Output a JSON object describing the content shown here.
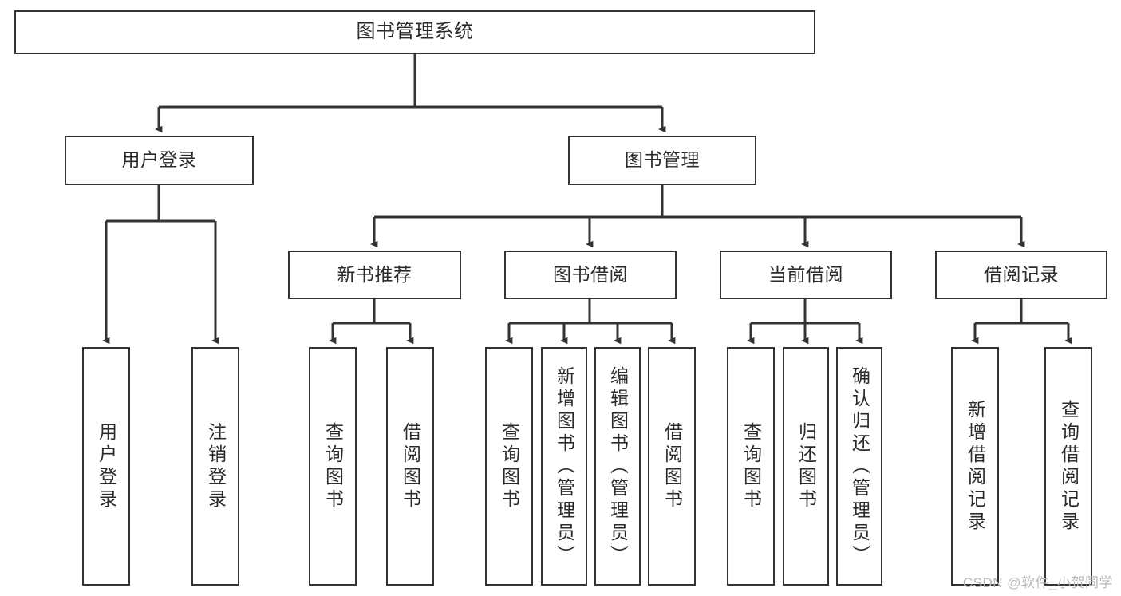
{
  "diagram": {
    "title": "图书管理系统",
    "watermark": "CSDN @软件_小贺同学",
    "colors": {
      "node_border": "#333333",
      "node_fill": "#ffffff",
      "edge": "#333333",
      "text": "#2b2b2b",
      "watermark": "#b9b9b9",
      "background": "#ffffff"
    },
    "nodes": {
      "root": {
        "label": "图书管理系统"
      },
      "level2": [
        {
          "id": "user-login",
          "label": "用户登录"
        },
        {
          "id": "book-manage",
          "label": "图书管理"
        }
      ],
      "level3": [
        {
          "id": "new-book-recommend",
          "label": "新书推荐"
        },
        {
          "id": "book-borrow",
          "label": "图书借阅"
        },
        {
          "id": "current-borrow",
          "label": "当前借阅"
        },
        {
          "id": "borrow-record",
          "label": "借阅记录"
        }
      ],
      "leaves": [
        {
          "id": "leaf-user-login",
          "label": "用户登录",
          "parent": "user-login"
        },
        {
          "id": "leaf-logout",
          "label": "注销登录",
          "parent": "user-login"
        },
        {
          "id": "leaf-query-book-1",
          "label": "查询图书",
          "parent": "new-book-recommend"
        },
        {
          "id": "leaf-borrow-book-1",
          "label": "借阅图书",
          "parent": "new-book-recommend"
        },
        {
          "id": "leaf-query-book-2",
          "label": "查询图书",
          "parent": "book-borrow"
        },
        {
          "id": "leaf-add-book",
          "label": "新增图书（管理员）",
          "parent": "book-borrow"
        },
        {
          "id": "leaf-edit-book",
          "label": "编辑图书（管理员）",
          "parent": "book-borrow"
        },
        {
          "id": "leaf-borrow-book-2",
          "label": "借阅图书",
          "parent": "book-borrow"
        },
        {
          "id": "leaf-query-book-3",
          "label": "查询图书",
          "parent": "current-borrow"
        },
        {
          "id": "leaf-return-book",
          "label": "归还图书",
          "parent": "current-borrow"
        },
        {
          "id": "leaf-confirm-return",
          "label": "确认归还（管理员）",
          "parent": "current-borrow"
        },
        {
          "id": "leaf-add-record",
          "label": "新增借阅记录",
          "parent": "borrow-record"
        },
        {
          "id": "leaf-query-record",
          "label": "查询借阅记录",
          "parent": "borrow-record"
        }
      ]
    }
  }
}
